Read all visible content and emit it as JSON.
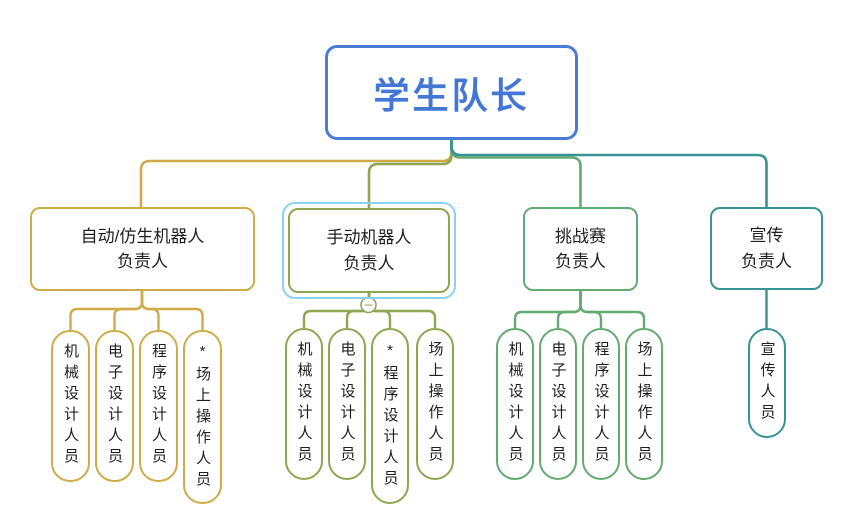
{
  "colors": {
    "root_border": "#4a7cd5",
    "root_text": "#4377d6",
    "branch1": "#cfac4a",
    "branch2": "#8fa653",
    "branch3": "#65aa72",
    "bran4_unused": "",
    "branch4": "#379492",
    "selection": "#8ad2f3",
    "node_text": "#1f1f1f",
    "collapse_dash": "#cdd3a0"
  },
  "root": {
    "label": "学生队长"
  },
  "branches": [
    {
      "line1": "自动/仿生机器人",
      "line2": "负责人",
      "members": [
        "机械设计人员",
        "电子设计人员",
        "程序设计人员",
        "*场上操作人员"
      ]
    },
    {
      "line1": "手动机器人",
      "line2": "负责人",
      "selected": "true",
      "members": [
        "机械设计人员",
        "电子设计人员",
        "*程序设计人员",
        "场上操作人员"
      ]
    },
    {
      "line1": "挑战赛",
      "line2": "负责人",
      "members": [
        "机械设计人员",
        "电子设计人员",
        "程序设计人员",
        "场上操作人员"
      ]
    },
    {
      "line1": "宣传",
      "line2": "负责人",
      "members": [
        "宣传人员"
      ]
    }
  ]
}
